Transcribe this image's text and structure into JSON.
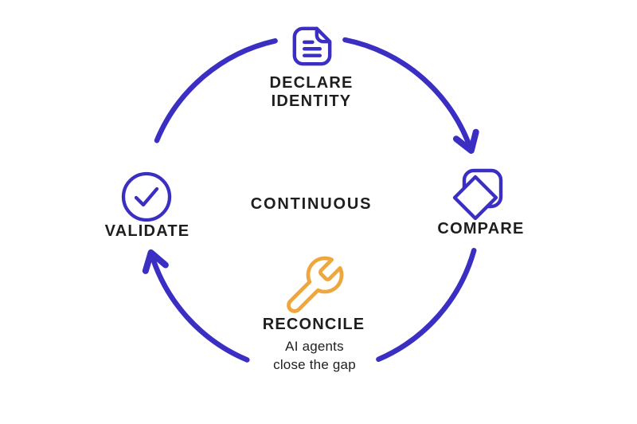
{
  "diagram": {
    "center_label": "CONTINUOUS",
    "flow_direction": "clockwise",
    "steps": [
      {
        "id": "declare-identity",
        "position": "top",
        "icon": "document-icon",
        "label_line1": "DECLARE",
        "label_line2": "IDENTITY"
      },
      {
        "id": "compare",
        "position": "right",
        "icon": "compare-squares-icon",
        "label": "COMPARE"
      },
      {
        "id": "reconcile",
        "position": "bottom",
        "icon": "wrench-icon",
        "label": "RECONCILE",
        "sublabel_line1": "AI agents",
        "sublabel_line2": "close the gap"
      },
      {
        "id": "validate",
        "position": "left",
        "icon": "check-circle-icon",
        "label": "VALIDATE"
      }
    ],
    "colors": {
      "primary": "#3B2EC3",
      "accent": "#EEA73E",
      "text": "#1E1E1E",
      "background": "#FFFFFF"
    }
  }
}
